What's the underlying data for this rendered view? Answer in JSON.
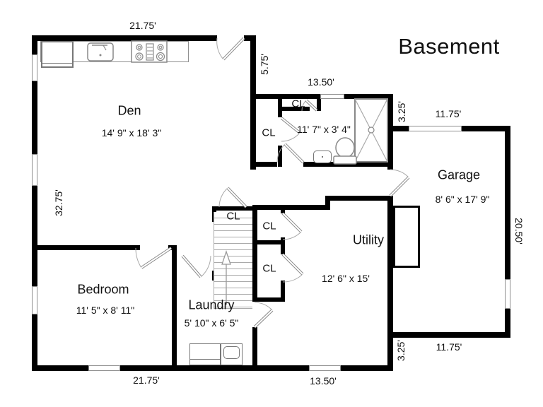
{
  "title": "Basement",
  "labels": {
    "cl": "CL"
  },
  "rooms": {
    "den": {
      "name": "Den",
      "dims": "14' 9\" x 18' 3\""
    },
    "bedroom": {
      "name": "Bedroom",
      "dims": "11' 5\" x 8' 11\""
    },
    "laundry": {
      "name": "Laundry",
      "dims": "5' 10\" x 6' 5\""
    },
    "utility": {
      "name": "Utility",
      "dims": "12' 6\" x 15'"
    },
    "garage": {
      "name": "Garage",
      "dims": "8' 6\" x 17' 9\""
    },
    "bathroom": {
      "dims": "11' 7\" x 3' 4\""
    }
  },
  "dimensions": {
    "top": "21.75'",
    "bottom_left": "21.75'",
    "bottom_mid": "13.50'",
    "bath_top": "13.50'",
    "den_right": "5.75'",
    "left": "32.75'",
    "garage_top": "11.75'",
    "garage_bottom": "11.75'",
    "garage_right": "20.50'",
    "jog_top": "3.25'",
    "jog_bottom": "3.25'"
  },
  "colors": {
    "wall": "#000000",
    "thin_line": "#999999",
    "text": "#111111"
  }
}
